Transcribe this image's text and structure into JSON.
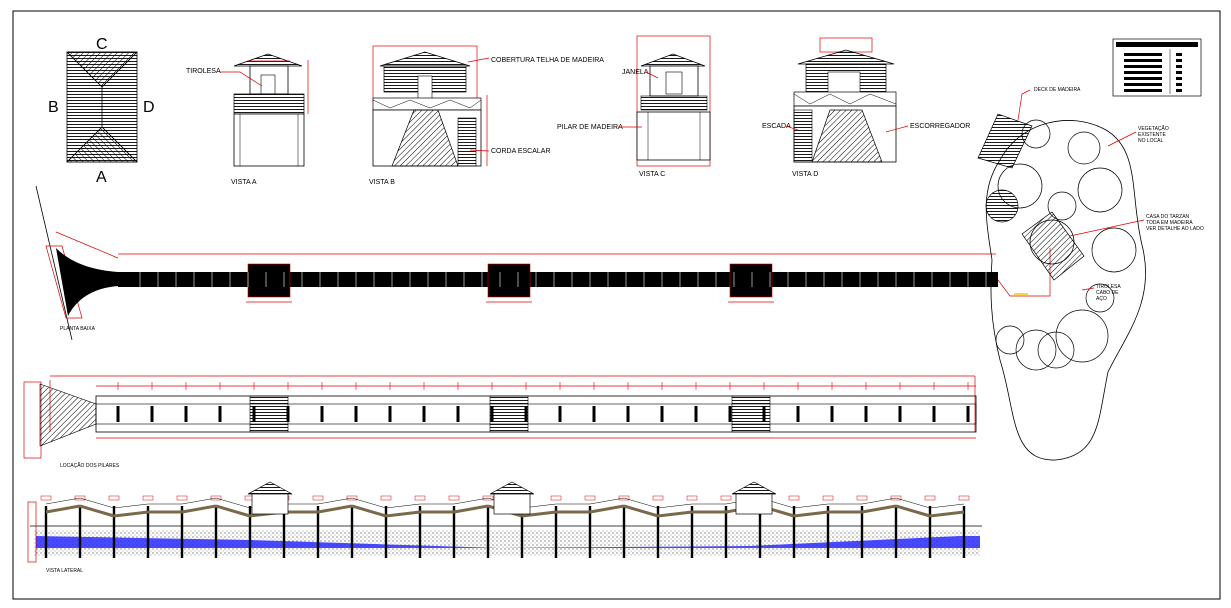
{
  "colors": {
    "line": "#000000",
    "dimension": "#e00000",
    "water": "#2a2aff",
    "ground": "#555555",
    "beam": "#7a6a4a"
  },
  "roof_plan": {
    "top": "C",
    "bottom": "A",
    "left": "B",
    "right": "D"
  },
  "views": {
    "a": {
      "title": "VISTA A",
      "callout": "TIROLESA"
    },
    "b": {
      "title": "VISTA B",
      "callout_roof": "COBERTURA TELHA DE MADEIRA",
      "callout_stair": "CORDA ESCALAR"
    },
    "c": {
      "title": "VISTA C",
      "callout_window": "JANELA",
      "callout_pillar": "PILAR DE MADEIRA"
    },
    "d": {
      "title": "VISTA D",
      "callout_stair": "ESCADA",
      "callout_slide": "ESCORREGADOR"
    }
  },
  "plans": {
    "plan_title": "PLANTA BAIXA",
    "pillars_title": "LOCAÇÃO DOS PILARES",
    "side_title": "VISTA LATERAL"
  },
  "site": {
    "deck": "DECK DE MADEIRA",
    "vegetation": [
      "VEGETAÇÃO",
      "EXISTENTE",
      "NO LOCAL"
    ],
    "treehouse": [
      "CASA DO TARZAN",
      "TODA EM MADEIRA",
      "VER DETALHE AO LADO"
    ],
    "zipline": [
      "TIROLESA",
      "CABO DE",
      "AÇO"
    ]
  },
  "legend_rows": 7
}
